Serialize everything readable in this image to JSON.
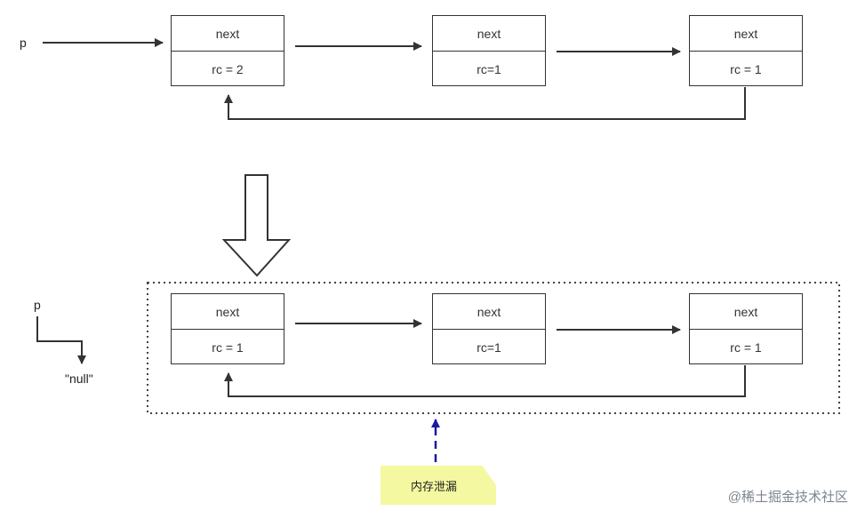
{
  "top_list": {
    "pointer_label": "p",
    "nodes": [
      {
        "next": "next",
        "rc": "rc = 2"
      },
      {
        "next": "next",
        "rc": "rc=1"
      },
      {
        "next": "next",
        "rc": "rc = 1"
      }
    ]
  },
  "bottom_list": {
    "pointer_label": "p",
    "null_label": "\"null\"",
    "nodes": [
      {
        "next": "next",
        "rc": "rc = 1"
      },
      {
        "next": "next",
        "rc": "rc=1"
      },
      {
        "next": "next",
        "rc": "rc = 1"
      }
    ]
  },
  "leak_note": {
    "label": "内存泄漏"
  },
  "watermark": "@稀土掘金技术社区",
  "colors": {
    "line": "#333333",
    "dashed_arrow": "#1a1aa6",
    "note_bg": "#f4f8a0"
  }
}
